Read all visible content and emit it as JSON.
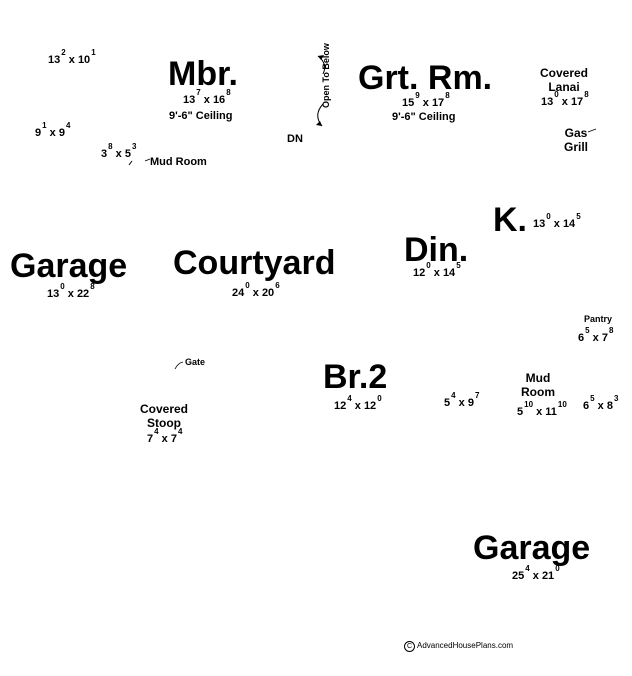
{
  "rooms": {
    "small_room_top_left": {
      "dim": [
        "13",
        "2",
        "10",
        "1"
      ]
    },
    "mbr": {
      "name": "Mbr.",
      "dim": [
        "13",
        "7",
        "16",
        "8"
      ],
      "ceiling": "9'-6\" Ceiling"
    },
    "open_to_below": "Open To Below",
    "grt_rm": {
      "name": "Grt. Rm.",
      "dim": [
        "15",
        "9",
        "17",
        "8"
      ],
      "ceiling": "9'-6\" Ceiling"
    },
    "covered_lanai": {
      "name_line1": "Covered",
      "name_line2": "Lanai",
      "dim": [
        "13",
        "0",
        "17",
        "8"
      ]
    },
    "gas_grill": {
      "line1": "Gas",
      "line2": "Grill"
    },
    "closet_9x9": {
      "dim": [
        "9",
        "1",
        "9",
        "4"
      ]
    },
    "closet_3x5": {
      "dim": [
        "3",
        "8",
        "5",
        "3"
      ]
    },
    "mud_room_top": {
      "name": "Mud Room"
    },
    "dn": "DN",
    "kitchen": {
      "name": "K.",
      "dim": [
        "13",
        "0",
        "14",
        "5"
      ]
    },
    "garage_left": {
      "name": "Garage",
      "dim": [
        "13",
        "0",
        "22",
        "8"
      ]
    },
    "courtyard": {
      "name": "Courtyard",
      "dim": [
        "24",
        "0",
        "20",
        "6"
      ]
    },
    "din": {
      "name": "Din.",
      "dim": [
        "12",
        "0",
        "14",
        "5"
      ]
    },
    "pantry": {
      "name": "Pantry",
      "dim": [
        "6",
        "5",
        "7",
        "8"
      ]
    },
    "gate": {
      "name": "Gate"
    },
    "br2": {
      "name": "Br.2",
      "dim": [
        "12",
        "4",
        "12",
        "0"
      ]
    },
    "closet_5x9": {
      "dim": [
        "5",
        "4",
        "9",
        "7"
      ]
    },
    "mud_room_bottom": {
      "name_line1": "Mud",
      "name_line2": "Room",
      "dim": [
        "5",
        "10",
        "11",
        "10"
      ]
    },
    "closet_6x8": {
      "dim": [
        "6",
        "5",
        "8",
        "3"
      ]
    },
    "covered_stoop": {
      "name_line1": "Covered",
      "name_line2": "Stoop",
      "dim": [
        "7",
        "4",
        "7",
        "4"
      ]
    },
    "garage_right": {
      "name": "Garage",
      "dim": [
        "25",
        "4",
        "21",
        "0"
      ]
    }
  },
  "copyright": {
    "symbol": "C",
    "text": "AdvancedHousePlans.com"
  }
}
